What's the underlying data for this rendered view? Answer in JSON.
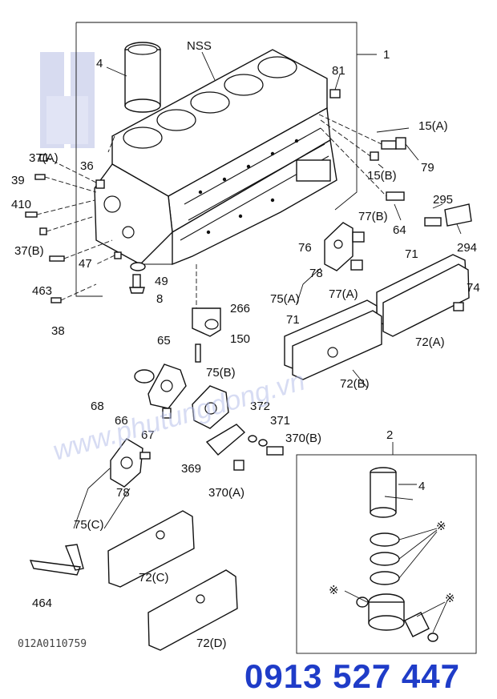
{
  "diagram": {
    "labels": {
      "l1": "1",
      "l2": "2",
      "l4a": "4",
      "l4b": "4",
      "nss": "NSS",
      "l81": "81",
      "l15a": "15(A)",
      "l15b": "15(B)",
      "l79": "79",
      "l37a": "37(A)",
      "l36": "36",
      "l39": "39",
      "l410": "410",
      "l37b": "37(B)",
      "l47": "47",
      "l463": "463",
      "l49": "49",
      "l8": "8",
      "l38": "38",
      "l77b": "77(B)",
      "l64": "64",
      "l295": "295",
      "l294": "294",
      "l76": "76",
      "l78a": "78",
      "l75a": "75(A)",
      "l77a": "77(A)",
      "l71a": "71",
      "l74": "74",
      "l72a": "72(A)",
      "l266": "266",
      "l71b": "71",
      "l150": "150",
      "l72b": "72(B)",
      "l65": "65",
      "l75b": "75(B)",
      "l68": "68",
      "l66": "66",
      "l67": "67",
      "l372": "372",
      "l371": "371",
      "l370b": "370(B)",
      "l369": "369",
      "l370a": "370(A)",
      "l78b": "78",
      "l75c": "75(C)",
      "l72c": "72(C)",
      "l464": "464",
      "l72d": "72(D)",
      "star1": "※",
      "star2": "※",
      "star3": "※"
    },
    "code": "012A0110759",
    "watermark": "www.phutungdong.vn",
    "phone": "0913 527 447",
    "colors": {
      "phone": "#1f3cc8",
      "watermark": "#b8c0ea",
      "line": "#111111"
    }
  }
}
